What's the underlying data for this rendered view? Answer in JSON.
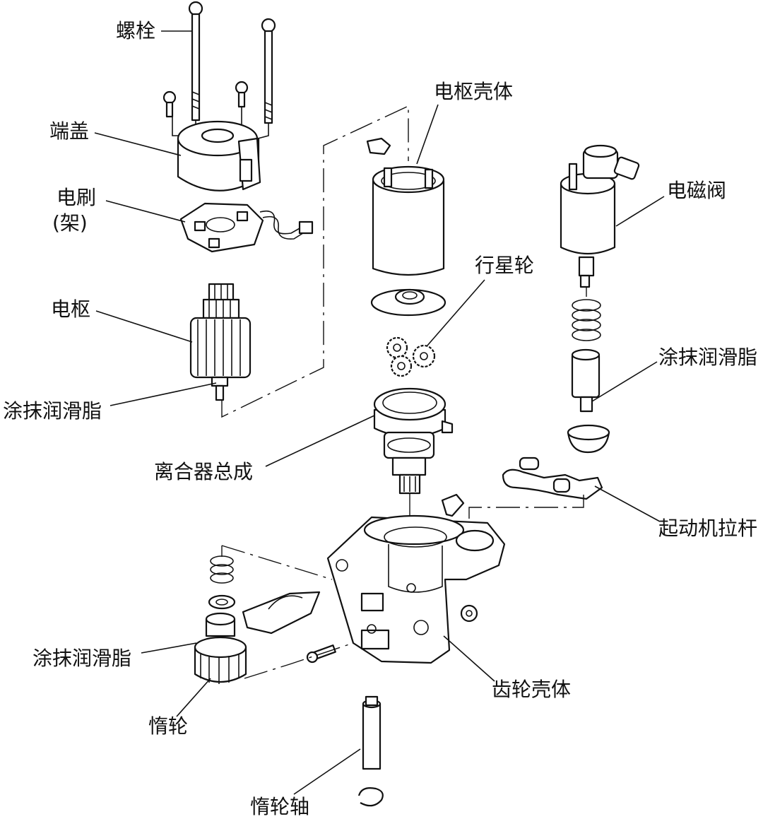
{
  "labels": {
    "bolt": "螺栓",
    "end_cover": "端盖",
    "brush": "电刷",
    "brush_holder": "(架)",
    "armature": "电枢",
    "grease_armature": "涂抹润滑脂",
    "armature_housing": "电枢壳体",
    "planet_gear": "行星轮",
    "clutch_assembly": "离合器总成",
    "solenoid_valve": "电磁阀",
    "grease_solenoid": "涂抹润滑脂",
    "starter_lever": "起动机拉杆",
    "grease_idler": "涂抹润滑脂",
    "gear_housing": "齿轮壳体",
    "idler_gear": "惰轮",
    "idler_shaft": "惰轮轴"
  }
}
